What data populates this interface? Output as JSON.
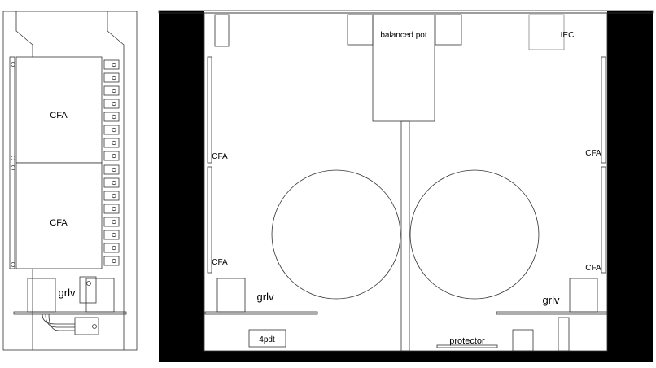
{
  "colors": {
    "line": "#333333",
    "fill": "#000000",
    "background": "#ffffff",
    "light_line": "#888888"
  },
  "side_view": {
    "cfa_top": "CFA",
    "cfa_bottom": "CFA",
    "grlv": "grlv"
  },
  "top_view": {
    "balanced_pot": "balanced pot",
    "iec": "IEC",
    "cfa_left_upper": "CFA",
    "cfa_left_lower": "CFA",
    "cfa_right_upper": "CFA",
    "cfa_right_lower": "CFA",
    "grlv_left": "grlv",
    "grlv_right": "grlv",
    "switch_4pdt": "4pdt",
    "protector": "protector"
  }
}
